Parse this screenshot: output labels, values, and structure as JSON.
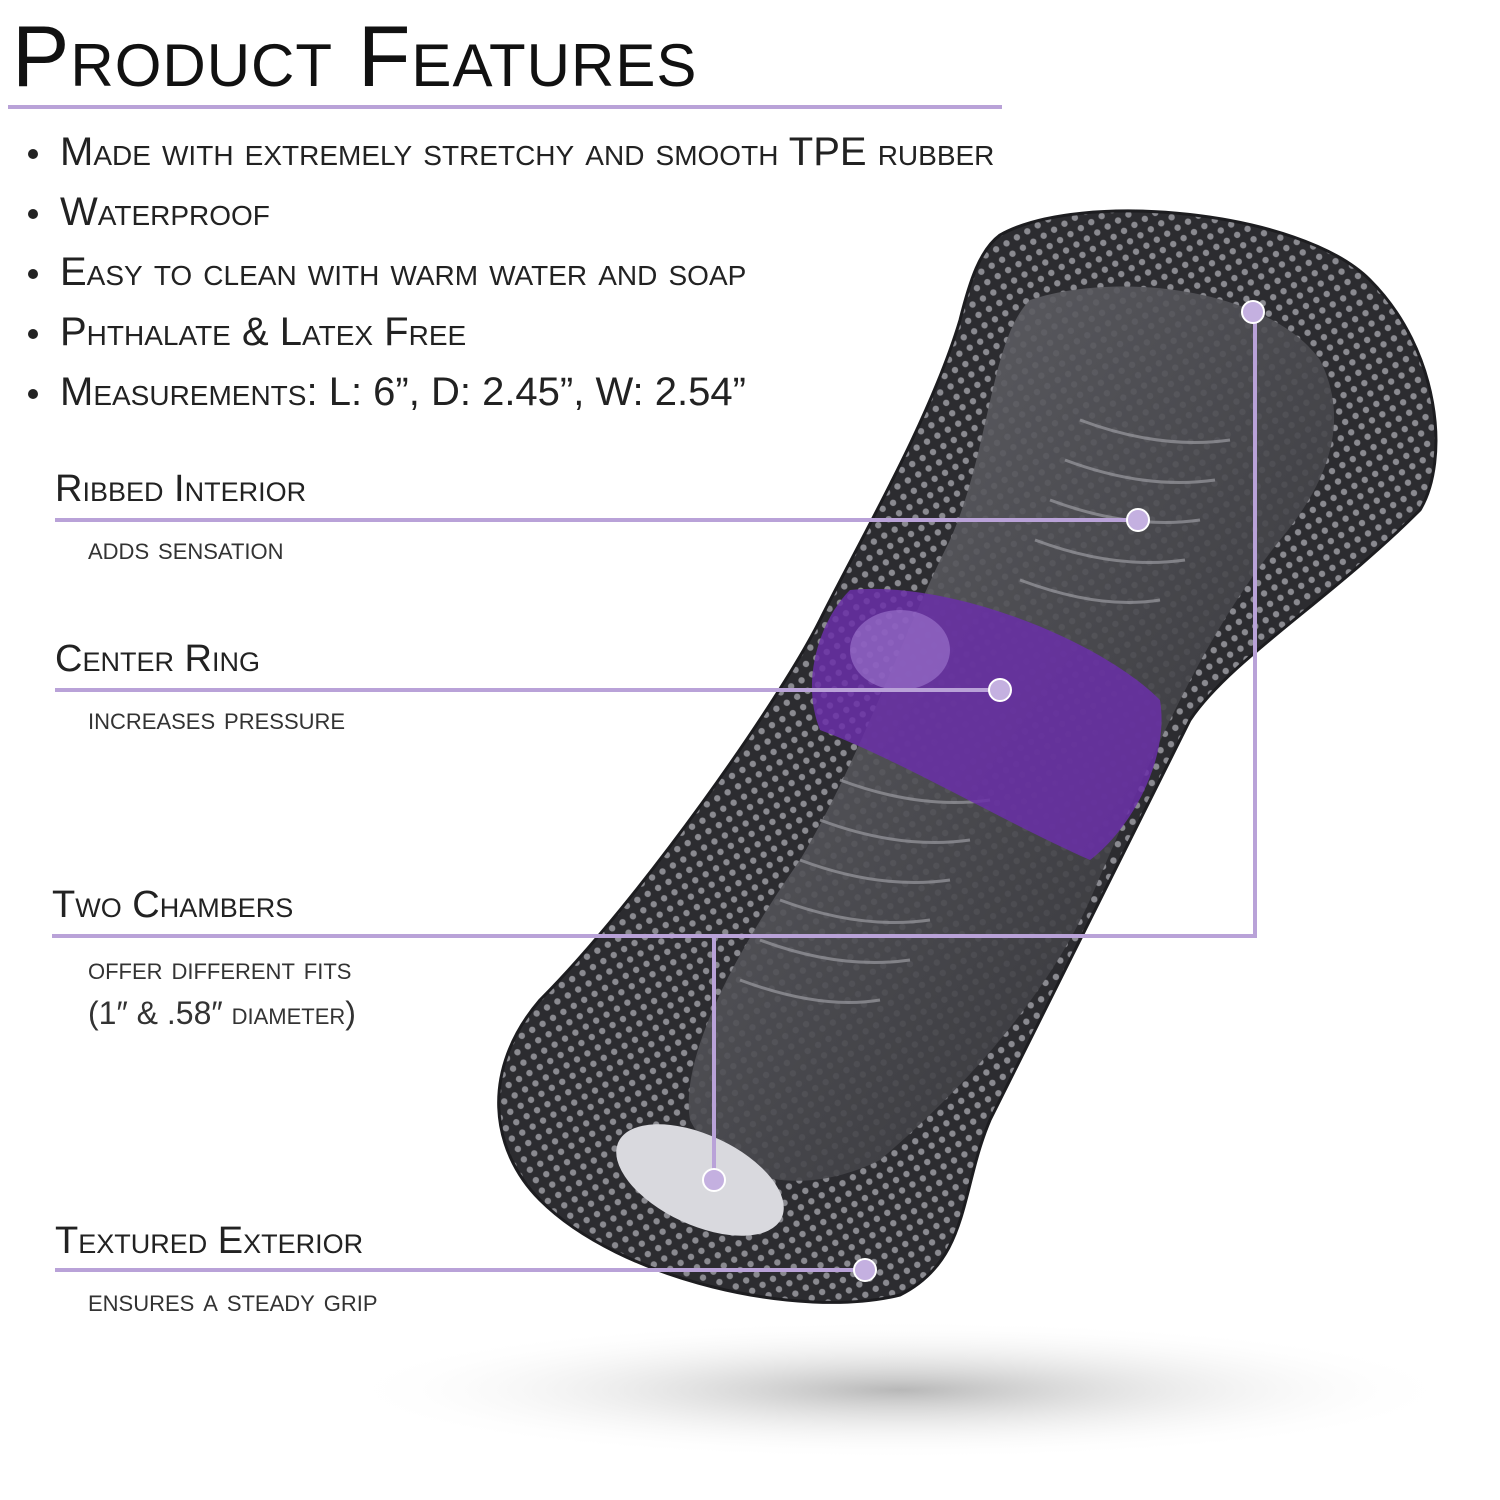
{
  "title": "Product Features",
  "bullets": [
    "Made with extremely stretchy and smooth TPE rubber",
    "Waterproof",
    "Easy to clean with warm water and soap",
    "Phthalate & Latex Free",
    "Measurements: L: 6”, D: 2.45”, W: 2.54”"
  ],
  "callouts": [
    {
      "title": "Ribbed Interior",
      "desc": "adds sensation"
    },
    {
      "title": "Center Ring",
      "desc": "increases pressure"
    },
    {
      "title": "Two Chambers",
      "desc": "offer different fits",
      "desc2": "(1″ & .58″ diameter)"
    },
    {
      "title": "Textured Exterior",
      "desc": "ensures a steady grip"
    }
  ],
  "colors": {
    "accent": "#b9a2d8",
    "ring": "#6a2fa8",
    "body": "#3a3a3e"
  }
}
